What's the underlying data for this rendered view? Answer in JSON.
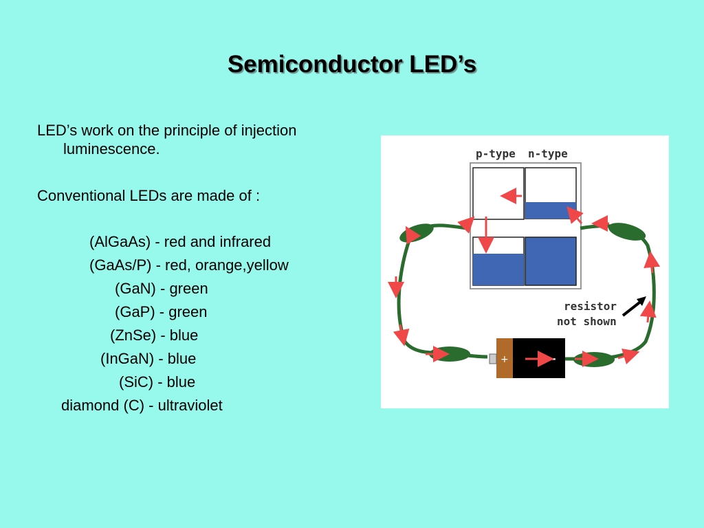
{
  "slide": {
    "title": "Semiconductor LED’s",
    "intro_line1": "LED’s work on the principle of injection",
    "intro_line2": "luminescence.",
    "made_of": "Conventional LEDs are made of :",
    "materials": [
      "(AlGaAs) - red and infrared",
      "(GaAs/P) - red, orange,yellow",
      "(GaN) - green",
      "(GaP) - green",
      "(ZnSe) - blue",
      "(InGaN) - blue",
      "(SiC) - blue",
      "diamond (C) - ultraviolet"
    ]
  },
  "diagram": {
    "p_label": "p-type",
    "n_label": "n-type",
    "resistor_line1": "resistor",
    "resistor_line2": "not shown",
    "battery_plus": "+",
    "battery_minus": "-",
    "colors": {
      "band_fill": "#3f67b3",
      "wire_green": "#2a6b2e",
      "arrow_red": "#f04848",
      "battery_brown": "#b06a2a"
    }
  }
}
